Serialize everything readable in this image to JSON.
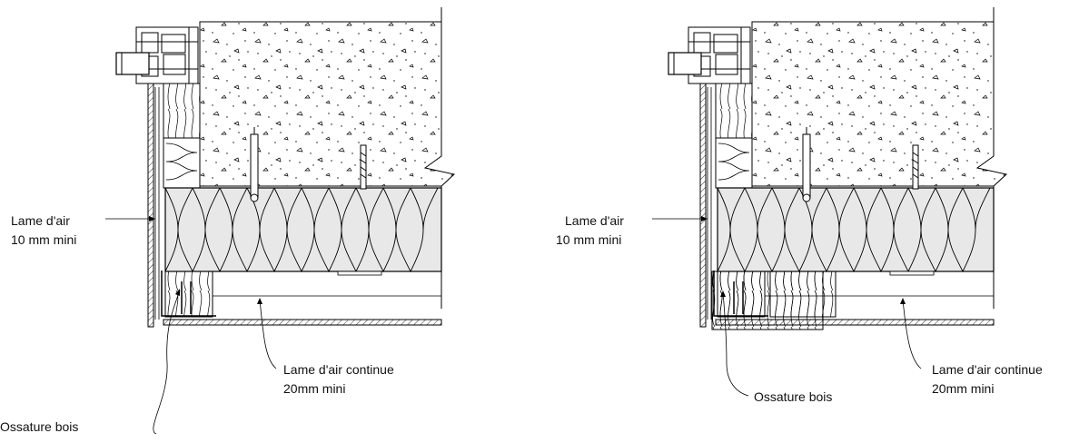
{
  "diagrams": [
    {
      "labels": {
        "air_gap_small_line1": "Lame d'air",
        "air_gap_small_line2": "10 mm mini",
        "air_gap_cont_line1": "Lame d'air continue",
        "air_gap_cont_line2": "20mm mini",
        "frame": "Ossature bois"
      }
    },
    {
      "labels": {
        "air_gap_small_line1": "Lame d'air",
        "air_gap_small_line2": "10 mm mini",
        "air_gap_cont_line1": "Lame d'air continue",
        "air_gap_cont_line2": "20mm mini",
        "frame": "Ossature bois"
      }
    }
  ]
}
